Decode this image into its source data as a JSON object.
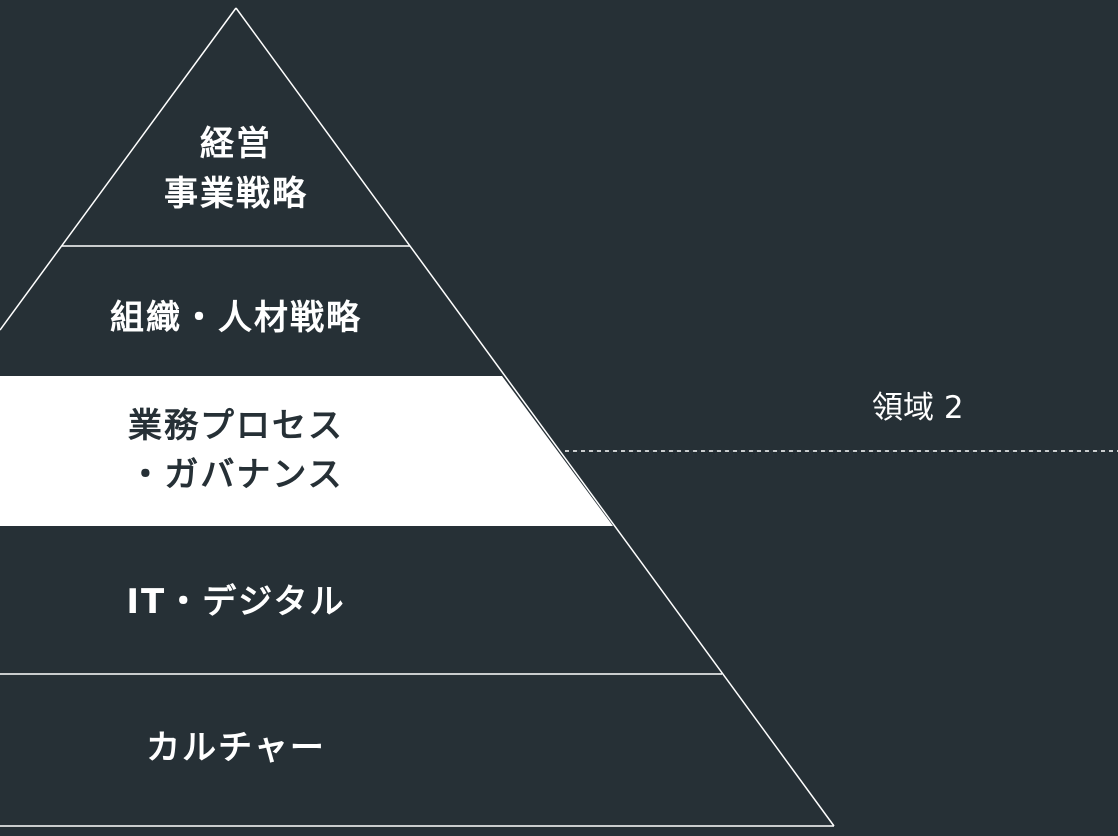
{
  "pyramid": {
    "tiers": [
      {
        "label": "経営\n事業戦略",
        "highlighted": false
      },
      {
        "label": "組織・人材戦略",
        "highlighted": false
      },
      {
        "label": "業務プロセス\n・ガバナンス",
        "highlighted": true
      },
      {
        "label": "IT・デジタル",
        "highlighted": false
      },
      {
        "label": "カルチャー",
        "highlighted": false
      }
    ]
  },
  "region": {
    "label": "領域 2"
  },
  "colors": {
    "background": "#263036",
    "line": "#ffffff",
    "highlight_fill": "#ffffff",
    "text": "#ffffff",
    "highlight_text": "#263036"
  }
}
